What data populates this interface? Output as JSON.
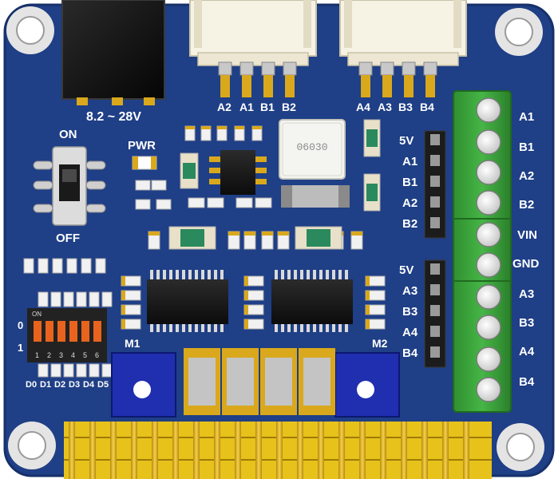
{
  "board": {
    "pcb_color": "#1f3f86",
    "silk_color": "#ffffff",
    "header_color": "#f2d21a",
    "terminal_color": "#3aa63a"
  },
  "power": {
    "voltage_range": "8.2 ~ 28V",
    "pwr_led": "PWR"
  },
  "switch": {
    "on_label": "ON",
    "off_label": "OFF"
  },
  "inductor": {
    "marking": "06030"
  },
  "connectors": {
    "left_top": [
      "A2",
      "A1",
      "B1",
      "B2"
    ],
    "right_top": [
      "A4",
      "A3",
      "B3",
      "B4"
    ]
  },
  "headers": {
    "m1_pins": [
      "5V",
      "A1",
      "B1",
      "A2",
      "B2"
    ],
    "m2_pins": [
      "5V",
      "A3",
      "B3",
      "A4",
      "B4"
    ]
  },
  "terminal_block": {
    "labels": [
      "A1",
      "B1",
      "A2",
      "B2",
      "VIN",
      "GND",
      "A3",
      "B3",
      "A4",
      "B4"
    ]
  },
  "dip_switch": {
    "on_mark": "ON",
    "row_labels": [
      "0",
      "1"
    ],
    "positions": [
      "1",
      "2",
      "3",
      "4",
      "5",
      "6"
    ],
    "address_labels": [
      "D0",
      "D1",
      "D2",
      "D3",
      "D4",
      "D5"
    ]
  },
  "motor_labels": {
    "m1": "M1",
    "m2": "M2"
  }
}
